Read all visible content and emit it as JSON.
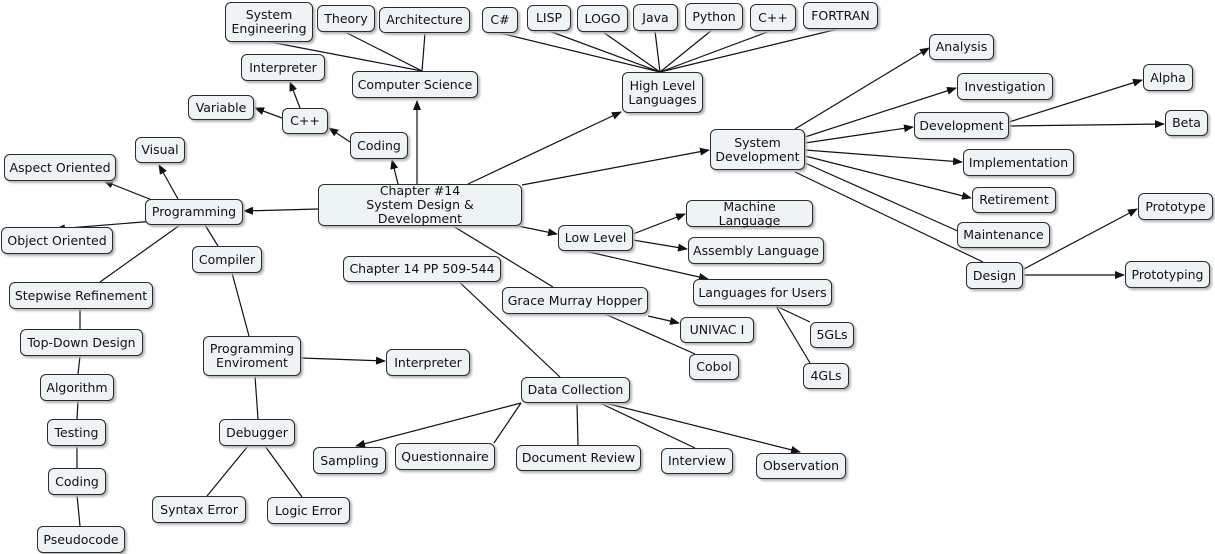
{
  "colors": {
    "node_fill": "#eef3f5",
    "node_border": "#2b2b2b",
    "link": "#111111"
  },
  "nodes": {
    "center": "Chapter #14\nSystem Design & Development",
    "pp": "Chapter 14 PP 509-544",
    "cs": "Computer Science",
    "se": "System\nEngineering",
    "theory": "Theory",
    "arch": "Architecture",
    "coding_cs": "Coding",
    "cpp_cs": "C++",
    "interp_top": "Interpreter",
    "variable": "Variable",
    "hll": "High Level\nLanguages",
    "csharp": "C#",
    "lisp": "LISP",
    "logo": "LOGO",
    "java": "Java",
    "python": "Python",
    "cpp_hll": "C++",
    "fortran": "FORTRAN",
    "sysdev": "System\nDevelopment",
    "analysis": "Analysis",
    "investigation": "Investigation",
    "development": "Development",
    "alpha": "Alpha",
    "beta": "Beta",
    "implementation": "Implementation",
    "retirement": "Retirement",
    "maintenance": "Maintenance",
    "design": "Design",
    "prototype": "Prototype",
    "prototyping": "Prototyping",
    "lowlevel": "Low Level",
    "machine": "Machine Language",
    "assembly": "Assembly Language",
    "langusers": "Languages for Users",
    "gl5": "5GLs",
    "gl4": "4GLs",
    "hopper": "Grace Murray Hopper",
    "univac": "UNIVAC I",
    "cobol": "Cobol",
    "datacol": "Data Collection",
    "sampling": "Sampling",
    "questionnaire": "Questionnaire",
    "docreview": "Document Review",
    "interview": "Interview",
    "observation": "Observation",
    "programming": "Programming",
    "visual": "Visual",
    "aspect": "Aspect Oriented",
    "object": "Object Oriented",
    "compiler": "Compiler",
    "stepwise": "Stepwise Refinement",
    "topdown": "Top-Down Design",
    "algorithm": "Algorithm",
    "testing": "Testing",
    "coding_prog": "Coding",
    "pseudocode": "Pseudocode",
    "progenv": "Programming\nEnviroment",
    "interp_env": "Interpreter",
    "debugger": "Debugger",
    "syntax": "Syntax Error",
    "logic": "Logic Error"
  }
}
